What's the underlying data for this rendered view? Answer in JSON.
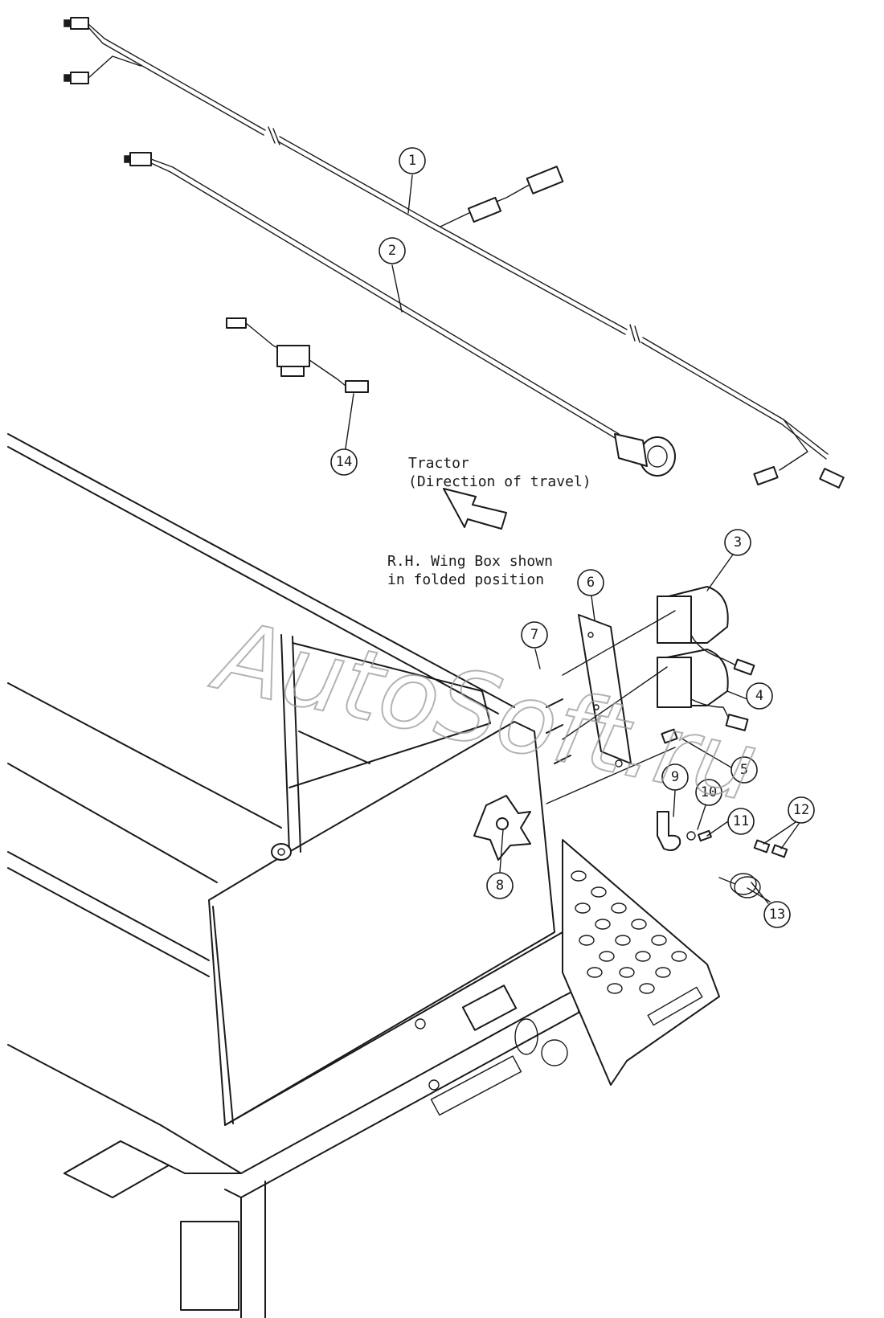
{
  "watermark": "AutoSoft.ru",
  "notes": {
    "tractor_line1": "Tractor",
    "tractor_line2": "(Direction of travel)",
    "wing_line1": "R.H. Wing Box shown",
    "wing_line2": "in folded position"
  },
  "callouts": [
    "1",
    "2",
    "3",
    "4",
    "5",
    "6",
    "7",
    "8",
    "9",
    "10",
    "11",
    "12",
    "13",
    "14"
  ],
  "colors": {
    "line": "#1a1a1a",
    "paper": "#ffffff",
    "watermark": "#9a9a9a"
  }
}
